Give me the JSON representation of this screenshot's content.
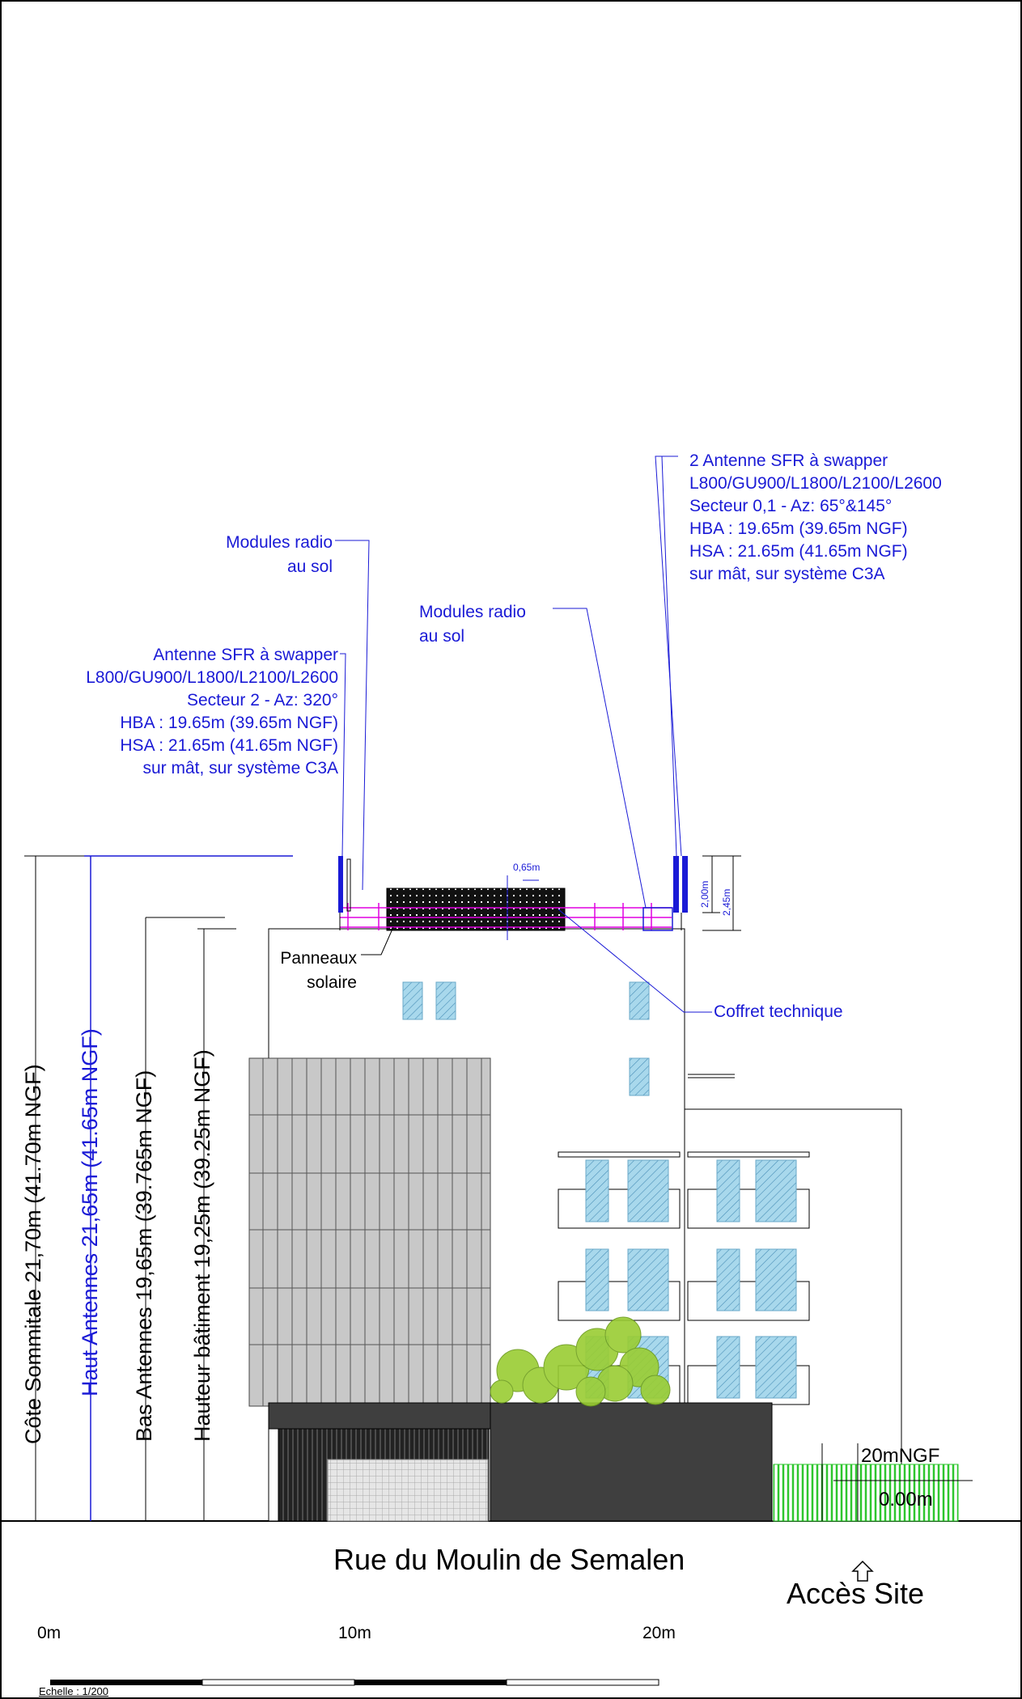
{
  "labels": {
    "antenna_right": [
      "2 Antenne SFR à swapper",
      "L800/GU900/L1800/L2100/L2600",
      "Secteur 0,1 - Az: 65°&145°",
      "HBA : 19.65m (39.65m NGF)",
      "HSA : 21.65m (41.65m NGF)",
      "sur mât, sur système C3A"
    ],
    "antenna_left": [
      "Antenne SFR à swapper",
      "L800/GU900/L1800/L2100/L2600",
      "Secteur 2 - Az: 320°",
      "HBA : 19.65m (39.65m NGF)",
      "HSA : 21.65m (41.65m NGF)",
      "sur mât, sur système C3A"
    ],
    "modules_left": [
      "Modules radio",
      "au sol"
    ],
    "modules_right": [
      "Modules radio",
      "au sol"
    ],
    "solar": [
      "Panneaux",
      "solaire"
    ],
    "coffret": "Coffret technique",
    "dim_065": "0,65m",
    "dim_200": "2,00m",
    "dim_245": "2,45m",
    "ngf_20": "20mNGF",
    "ngf_0": "0.00m",
    "street": "Rue du Moulin de Semalen",
    "acces": "Accès Site",
    "scale_0": "0m",
    "scale_10": "10m",
    "scale_20": "20m",
    "echelle": "Echelle : 1/200"
  },
  "dimensions": {
    "cote_sommitale": "Côte Sommitale 21,70m (41.70m NGF)",
    "haut_antennes": "Haut Antennes 21,65m (41.65m NGF)",
    "bas_antennes": "Bas Antennes 19,65m (39.765m NGF)",
    "hauteur_batiment": "Hauteur bâtiment 19,25m (39.25m NGF)"
  },
  "colors": {
    "annotation": "#1a1ad6",
    "railing": "#e000e0",
    "window": "#a8d8ec",
    "cladding": "#c8c8c8",
    "base": "#3f3f3f",
    "hedge": "#2ec62e",
    "tree": "#9acd32"
  }
}
